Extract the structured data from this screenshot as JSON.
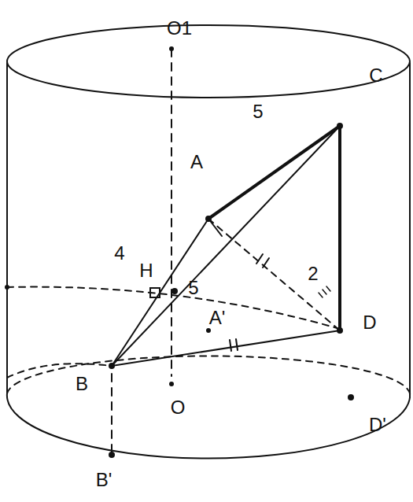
{
  "diagram": {
    "labels": [
      "O1",
      "C",
      "5",
      "A",
      "4",
      "H",
      "5",
      "2",
      "A'",
      "D",
      "B",
      "O",
      "D'",
      "B'"
    ]
  }
}
